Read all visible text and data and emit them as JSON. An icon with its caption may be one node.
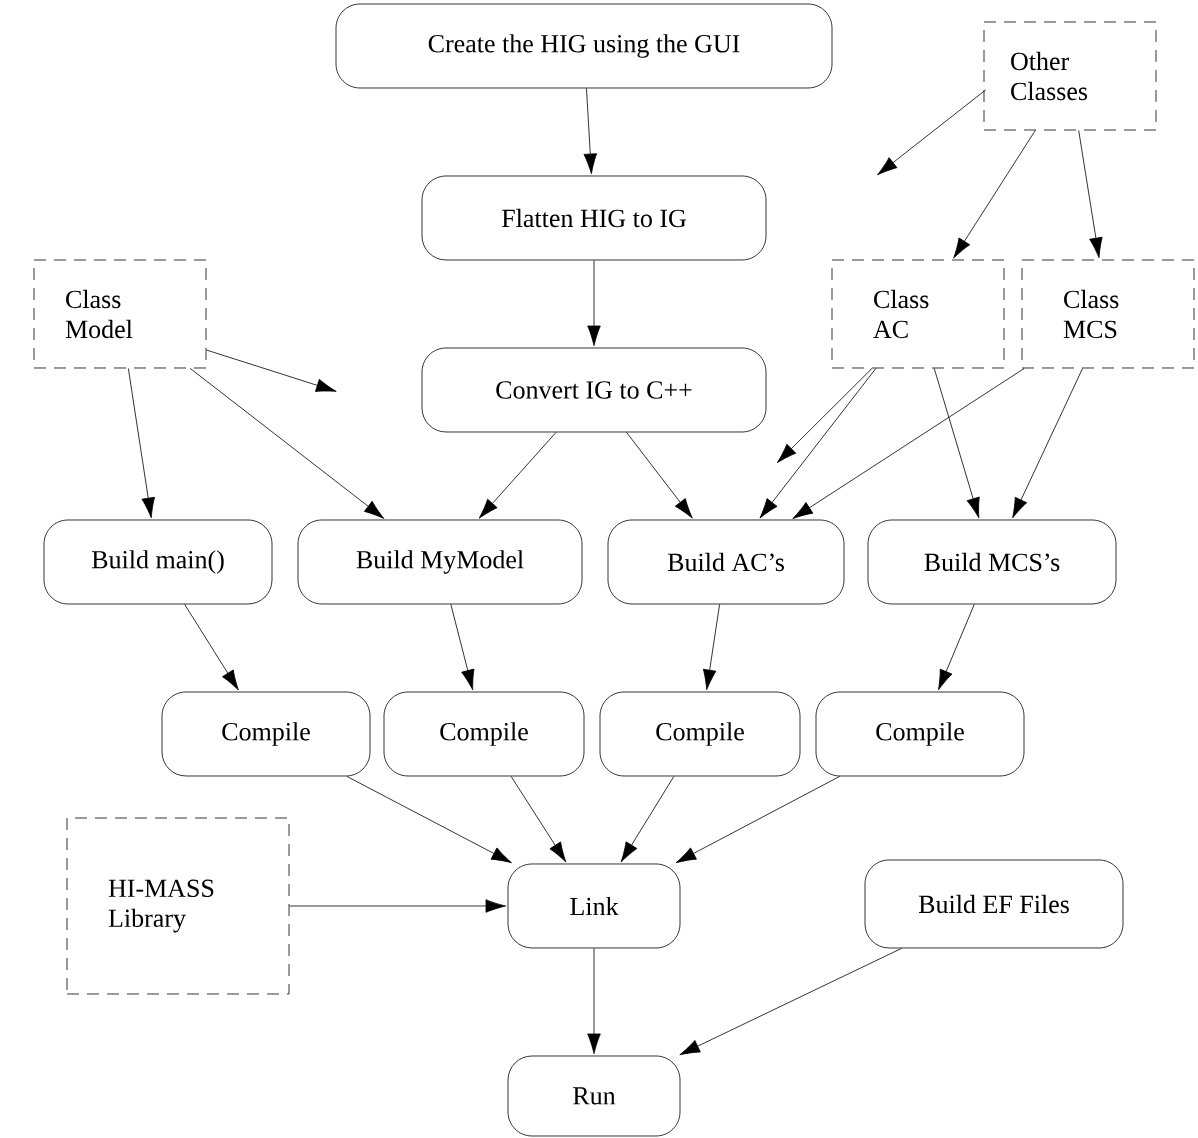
{
  "diagram": {
    "nodes": [
      {
        "text": [
          "Create the HIG using the GUI"
        ]
      },
      {
        "text": [
          "Other Classes"
        ]
      },
      {
        "text": [
          "Flatten HIG to IG"
        ]
      },
      {
        "text": [
          "Class Model"
        ]
      },
      {
        "text": [
          "Class AC"
        ]
      },
      {
        "text": [
          "Class MCS"
        ]
      },
      {
        "text": [
          "Convert IG to C++"
        ]
      },
      {
        "text": [
          "Build main()"
        ]
      },
      {
        "text": [
          "Build MyModel"
        ]
      },
      {
        "text": [
          "Build AC’s"
        ]
      },
      {
        "text": [
          "Build MCS’s"
        ]
      },
      {
        "text": [
          "Compile"
        ]
      },
      {
        "text": [
          "Compile"
        ]
      },
      {
        "text": [
          "Compile"
        ]
      },
      {
        "text": [
          "Compile"
        ]
      },
      {
        "text": [
          "HI-MASS Library"
        ]
      },
      {
        "text": [
          "Link"
        ]
      },
      {
        "text": [
          "Build EF Files"
        ]
      },
      {
        "text": [
          "Run"
        ]
      }
    ],
    "edges": [
      {
        "from": 0,
        "to": 2,
        "arrow": "to"
      },
      {
        "from": 2,
        "to": 6,
        "arrow": "to"
      },
      {
        "from": 1,
        "to": null,
        "arrow": "to"
      },
      {
        "from": 1,
        "to": 4,
        "arrow": "to"
      },
      {
        "from": 1,
        "to": 5,
        "arrow": "to"
      },
      {
        "from": 3,
        "to": null,
        "arrow": "to"
      },
      {
        "from": 3,
        "to": 7,
        "arrow": "to"
      },
      {
        "from": 3,
        "to": 8,
        "arrow": "to"
      },
      {
        "from": 6,
        "to": 8,
        "arrow": "to"
      },
      {
        "from": 6,
        "to": 9,
        "arrow": "to"
      },
      {
        "from": 4,
        "to": null,
        "arrow": "to"
      },
      {
        "from": 4,
        "to": 9,
        "arrow": "to"
      },
      {
        "from": 4,
        "to": 10,
        "arrow": "to"
      },
      {
        "from": 5,
        "to": 9,
        "arrow": "to"
      },
      {
        "from": 5,
        "to": 10,
        "arrow": "to"
      },
      {
        "from": 7,
        "to": 11,
        "arrow": "to"
      },
      {
        "from": 8,
        "to": 12,
        "arrow": "to"
      },
      {
        "from": 9,
        "to": 13,
        "arrow": "to"
      },
      {
        "from": 10,
        "to": 14,
        "arrow": "to"
      },
      {
        "from": 11,
        "to": 16,
        "arrow": "to"
      },
      {
        "from": 12,
        "to": 16,
        "arrow": "to"
      },
      {
        "from": 13,
        "to": 16,
        "arrow": "to"
      },
      {
        "from": 14,
        "to": 16,
        "arrow": "to"
      },
      {
        "from": 15,
        "to": 16,
        "arrow": "to"
      },
      {
        "from": 16,
        "to": 18,
        "arrow": "to"
      },
      {
        "from": 17,
        "to": 18,
        "arrow": "to"
      }
    ]
  }
}
